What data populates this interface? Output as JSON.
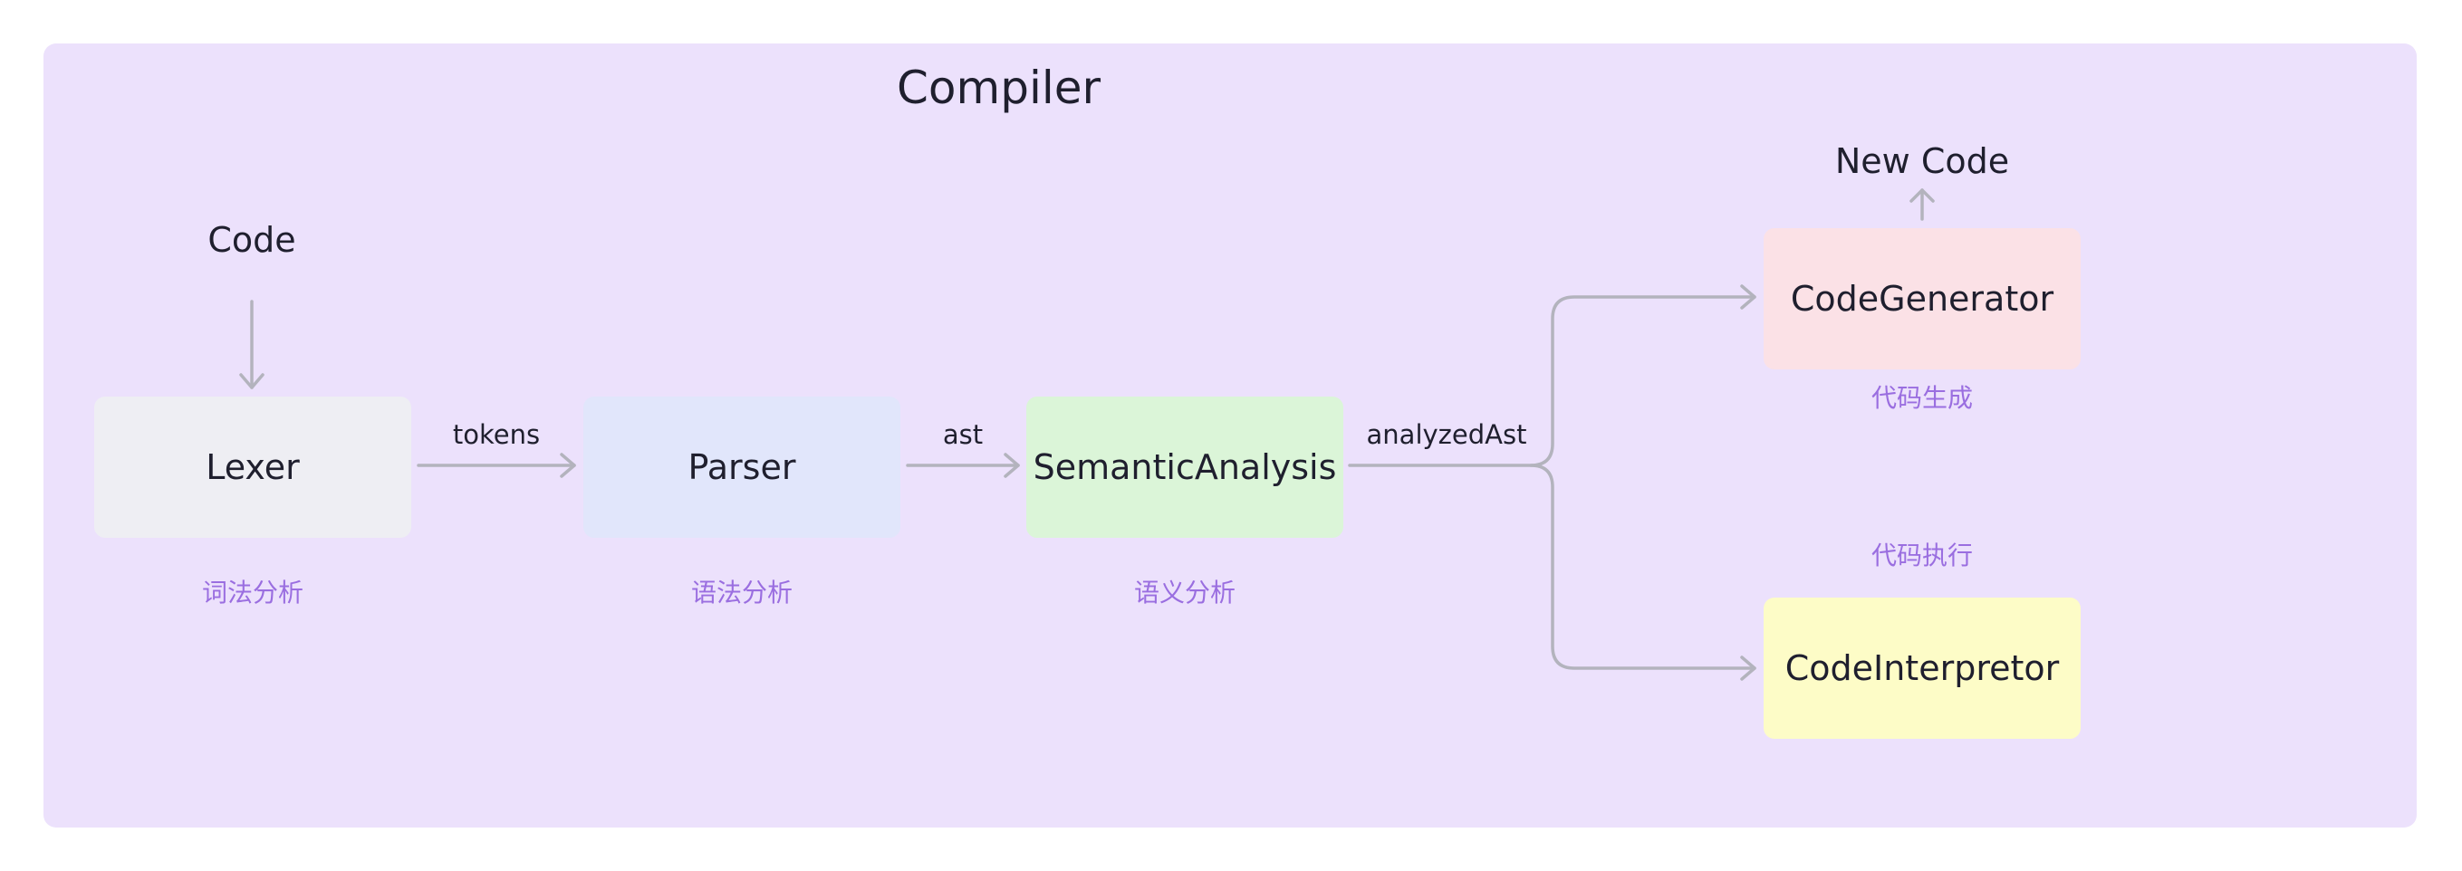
{
  "title": "Compiler",
  "input": "Code",
  "output": "New Code",
  "nodes": {
    "lexer": {
      "label": "Lexer",
      "caption": "词法分析"
    },
    "parser": {
      "label": "Parser",
      "caption": "语法分析"
    },
    "semantic": {
      "label": "SemanticAnalysis",
      "caption": "语义分析"
    },
    "generator": {
      "label": "CodeGenerator",
      "caption": "代码生成"
    },
    "interpreter": {
      "label": "CodeInterpretor",
      "caption": "代码执行"
    }
  },
  "edges": {
    "lexer_parser": "tokens",
    "parser_semantic": "ast",
    "semantic_out": "analyzedAst"
  },
  "colors": {
    "container": "#ece1fc",
    "lexer": "#eeeef3",
    "parser": "#e1e6fb",
    "semantic": "#dbf5d8",
    "generator": "#fbe1e6",
    "interpreter": "#fdfcc7",
    "edge": "#b3b3bd",
    "caption": "#9a6ee0"
  }
}
